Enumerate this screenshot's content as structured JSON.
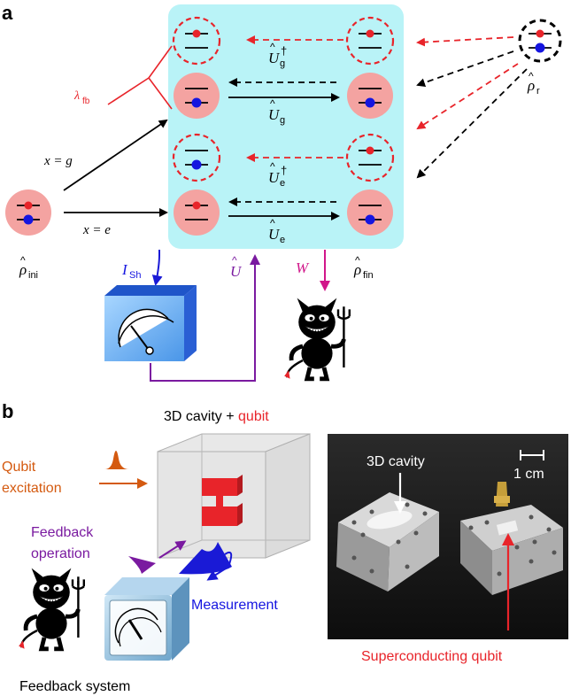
{
  "panel_a": {
    "label": "a",
    "lambda_fb": "λ",
    "lambda_fb_sub": "fb",
    "x_g": "x = g",
    "x_e": "x = e",
    "rho_ini": "ρ",
    "rho_ini_sub": "ini",
    "rho_fin": "ρ",
    "rho_fin_sub": "fin",
    "rho_r": "ρ",
    "rho_r_sub": "r",
    "U": "U",
    "U_g": "g",
    "U_e": "e",
    "dagger": "†",
    "I_sh": "I",
    "I_sh_sub": "Sh",
    "W": "W"
  },
  "panel_b": {
    "label": "b",
    "cavity_title_black": "3D cavity + ",
    "cavity_title_red": "qubit",
    "qubit_excitation_1": "Qubit",
    "qubit_excitation_2": "excitation",
    "feedback_operation_1": "Feedback",
    "feedback_operation_2": "operation",
    "measurement": "Measurement",
    "feedback_system": "Feedback system",
    "photo_cavity_label": "3D cavity",
    "photo_scale": "1 cm",
    "photo_qubit_label": "Superconducting qubit"
  },
  "colors": {
    "cyan_box": "#b9f3f7",
    "pink_circle": "#f4a3a1",
    "red": "#e8242a",
    "blue": "#1515e0",
    "purple": "#7a1aa0",
    "magenta": "#d1168a",
    "orange": "#d45a10"
  }
}
